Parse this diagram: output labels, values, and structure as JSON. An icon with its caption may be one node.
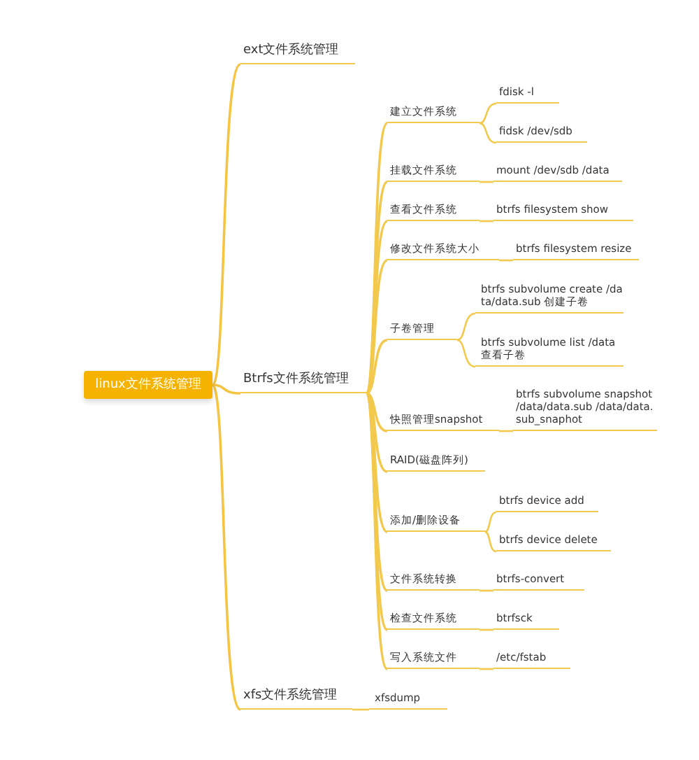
{
  "diagram": {
    "nodes": [
      {
        "text": [
          "linux文件系统管理"
        ]
      },
      {
        "text": [
          "ext文件系统管理"
        ]
      },
      {
        "text": [
          "Btrfs文件系统管理"
        ]
      },
      {
        "text": [
          "建立文件系统"
        ]
      },
      {
        "text": [
          "fdisk -l"
        ]
      },
      {
        "text": [
          "fidsk /dev/sdb"
        ]
      },
      {
        "text": [
          "挂载文件系统"
        ]
      },
      {
        "text": [
          "mount /dev/sdb  /data"
        ]
      },
      {
        "text": [
          "查看文件系统"
        ]
      },
      {
        "text": [
          "btrfs filesystem show"
        ]
      },
      {
        "text": [
          "修改文件系统大小"
        ]
      },
      {
        "text": [
          "btrfs filesystem resize"
        ]
      },
      {
        "text": [
          "子卷管理"
        ]
      },
      {
        "text": [
          "btrfs subvolume create /data/data.sub  创建子卷"
        ]
      },
      {
        "text": [
          "btrfs subvolume list /data 查看子卷"
        ]
      },
      {
        "text": [
          "快照管理snapshot"
        ]
      },
      {
        "text": [
          "btrfs subvolume snapshot /data/data.sub /data/data.sub_snaphot"
        ]
      },
      {
        "text": [
          "RAID(磁盘阵列)"
        ]
      },
      {
        "text": [
          "添加/删除设备"
        ]
      },
      {
        "text": [
          "btrfs device add"
        ]
      },
      {
        "text": [
          "btrfs device delete"
        ]
      },
      {
        "text": [
          "文件系统转换"
        ]
      },
      {
        "text": [
          "btrfs-convert"
        ]
      },
      {
        "text": [
          "检查文件系统"
        ]
      },
      {
        "text": [
          "btrfsck"
        ]
      },
      {
        "text": [
          "写入系统文件"
        ]
      },
      {
        "text": [
          "/etc/fstab"
        ]
      },
      {
        "text": [
          "xfs文件系统管理"
        ]
      },
      {
        "text": [
          "xfsdump"
        ]
      }
    ],
    "edges": [
      {
        "from": 0,
        "to": 1,
        "arrow": "none"
      },
      {
        "from": 0,
        "to": 2,
        "arrow": "none"
      },
      {
        "from": 0,
        "to": 27,
        "arrow": "none"
      },
      {
        "from": 2,
        "to": 3,
        "arrow": "none"
      },
      {
        "from": 3,
        "to": 4,
        "arrow": "none"
      },
      {
        "from": 3,
        "to": 5,
        "arrow": "none"
      },
      {
        "from": 2,
        "to": 6,
        "arrow": "none"
      },
      {
        "from": 6,
        "to": 7,
        "arrow": "none"
      },
      {
        "from": 2,
        "to": 8,
        "arrow": "none"
      },
      {
        "from": 8,
        "to": 9,
        "arrow": "none"
      },
      {
        "from": 2,
        "to": 10,
        "arrow": "none"
      },
      {
        "from": 10,
        "to": 11,
        "arrow": "none"
      },
      {
        "from": 2,
        "to": 12,
        "arrow": "none"
      },
      {
        "from": 12,
        "to": 13,
        "arrow": "none"
      },
      {
        "from": 12,
        "to": 14,
        "arrow": "none"
      },
      {
        "from": 2,
        "to": 15,
        "arrow": "none"
      },
      {
        "from": 15,
        "to": 16,
        "arrow": "none"
      },
      {
        "from": 2,
        "to": 17,
        "arrow": "none"
      },
      {
        "from": 2,
        "to": 18,
        "arrow": "none"
      },
      {
        "from": 18,
        "to": 19,
        "arrow": "none"
      },
      {
        "from": 18,
        "to": 20,
        "arrow": "none"
      },
      {
        "from": 2,
        "to": 21,
        "arrow": "none"
      },
      {
        "from": 21,
        "to": 22,
        "arrow": "none"
      },
      {
        "from": 2,
        "to": 23,
        "arrow": "none"
      },
      {
        "from": 23,
        "to": 24,
        "arrow": "none"
      },
      {
        "from": 2,
        "to": 25,
        "arrow": "none"
      },
      {
        "from": 25,
        "to": 26,
        "arrow": "none"
      },
      {
        "from": 27,
        "to": 28,
        "arrow": "none"
      }
    ]
  }
}
